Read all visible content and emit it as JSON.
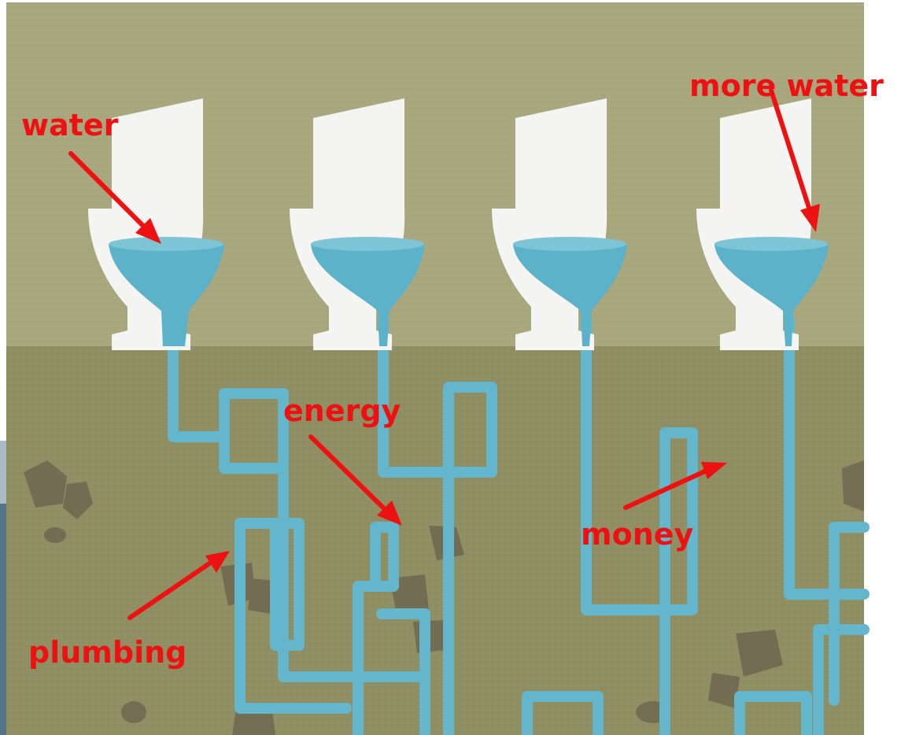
{
  "labels": {
    "water": "water",
    "more_water": "more water",
    "energy": "energy",
    "money": "money",
    "plumbing": "plumbing"
  },
  "colors": {
    "wall": "#a9a77d",
    "floor": "#8f8f63",
    "toilet": "#f4f4f2",
    "water": "#5cb2c9",
    "pipe": "#63b6cc",
    "rock": "#6e6850",
    "annotation": "#ee1111",
    "frame": "#2f4a5c"
  }
}
